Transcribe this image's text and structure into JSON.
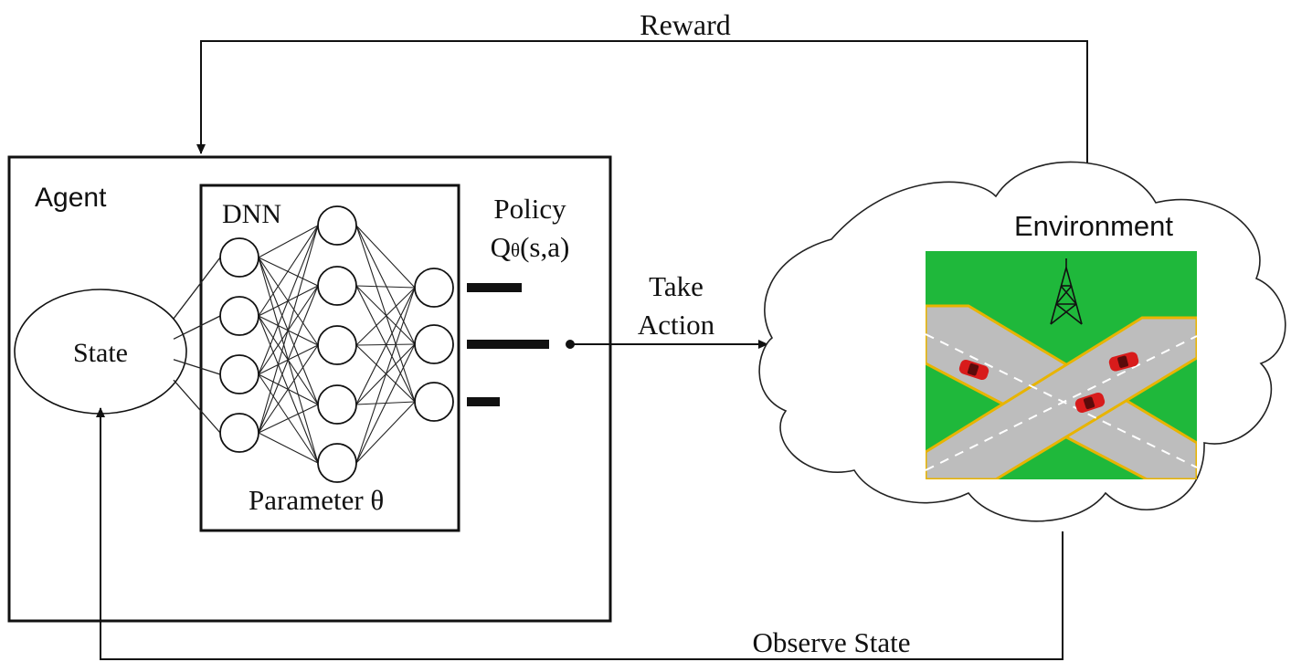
{
  "feedback": {
    "reward_label": "Reward",
    "observe_label": "Observe State"
  },
  "agent": {
    "title": "Agent",
    "state_label": "State",
    "dnn": {
      "title": "DNN",
      "param_prefix": "Parameter ",
      "param_symbol": "θ",
      "layers": [
        4,
        5,
        3
      ]
    },
    "policy": {
      "title": "Policy",
      "q": "Q",
      "q_sub": "θ",
      "q_args": "(s,a)",
      "bar_levels": [
        0.5,
        0.75,
        0.3
      ]
    }
  },
  "action": {
    "line1": "Take",
    "line2": "Action"
  },
  "environment": {
    "title": "Environment",
    "colors": {
      "grass": "#1fb83b",
      "road": "#bdbdbd",
      "edge": "#e8b400",
      "lane": "#ffffff",
      "car": "#d81b1b"
    },
    "icons": [
      "cell-tower-icon",
      "car-icon",
      "car-icon",
      "car-icon"
    ]
  }
}
